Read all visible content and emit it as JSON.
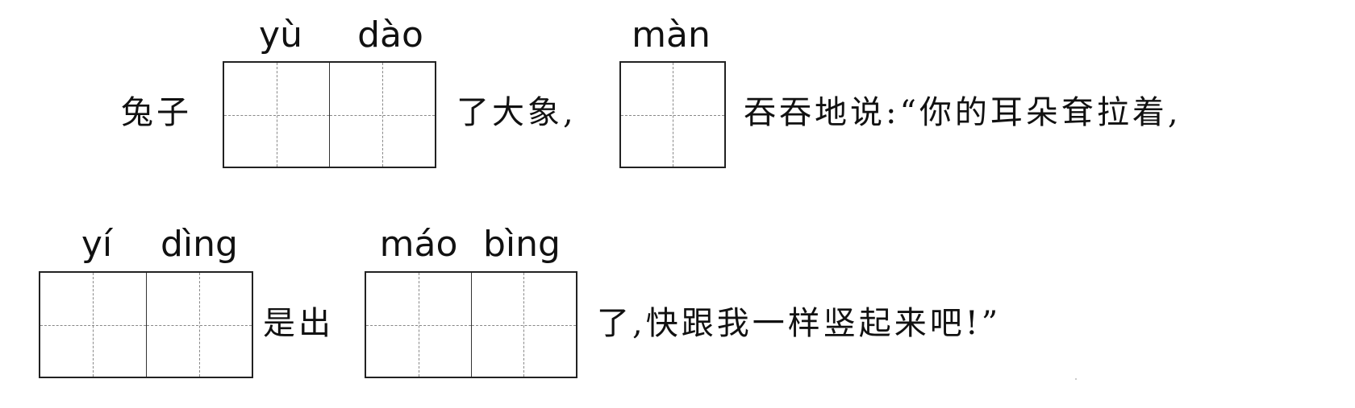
{
  "line1": {
    "prefix": "兔子",
    "blank1": {
      "pinyin_1": "yù",
      "pinyin_2": "dào",
      "cells": 2
    },
    "middle": "了大象,",
    "blank2": {
      "pinyin_1": "màn",
      "cells": 1
    },
    "suffix": "吞吞地说:“你的耳朵耷拉着,"
  },
  "line2": {
    "blank1": {
      "pinyin_1": "yí",
      "pinyin_2": "dìng",
      "cells": 2
    },
    "middle": "是出",
    "blank2": {
      "pinyin_1": "máo",
      "pinyin_2": "bìng",
      "cells": 2
    },
    "suffix": "了,快跟我一样竖起来吧!”"
  }
}
